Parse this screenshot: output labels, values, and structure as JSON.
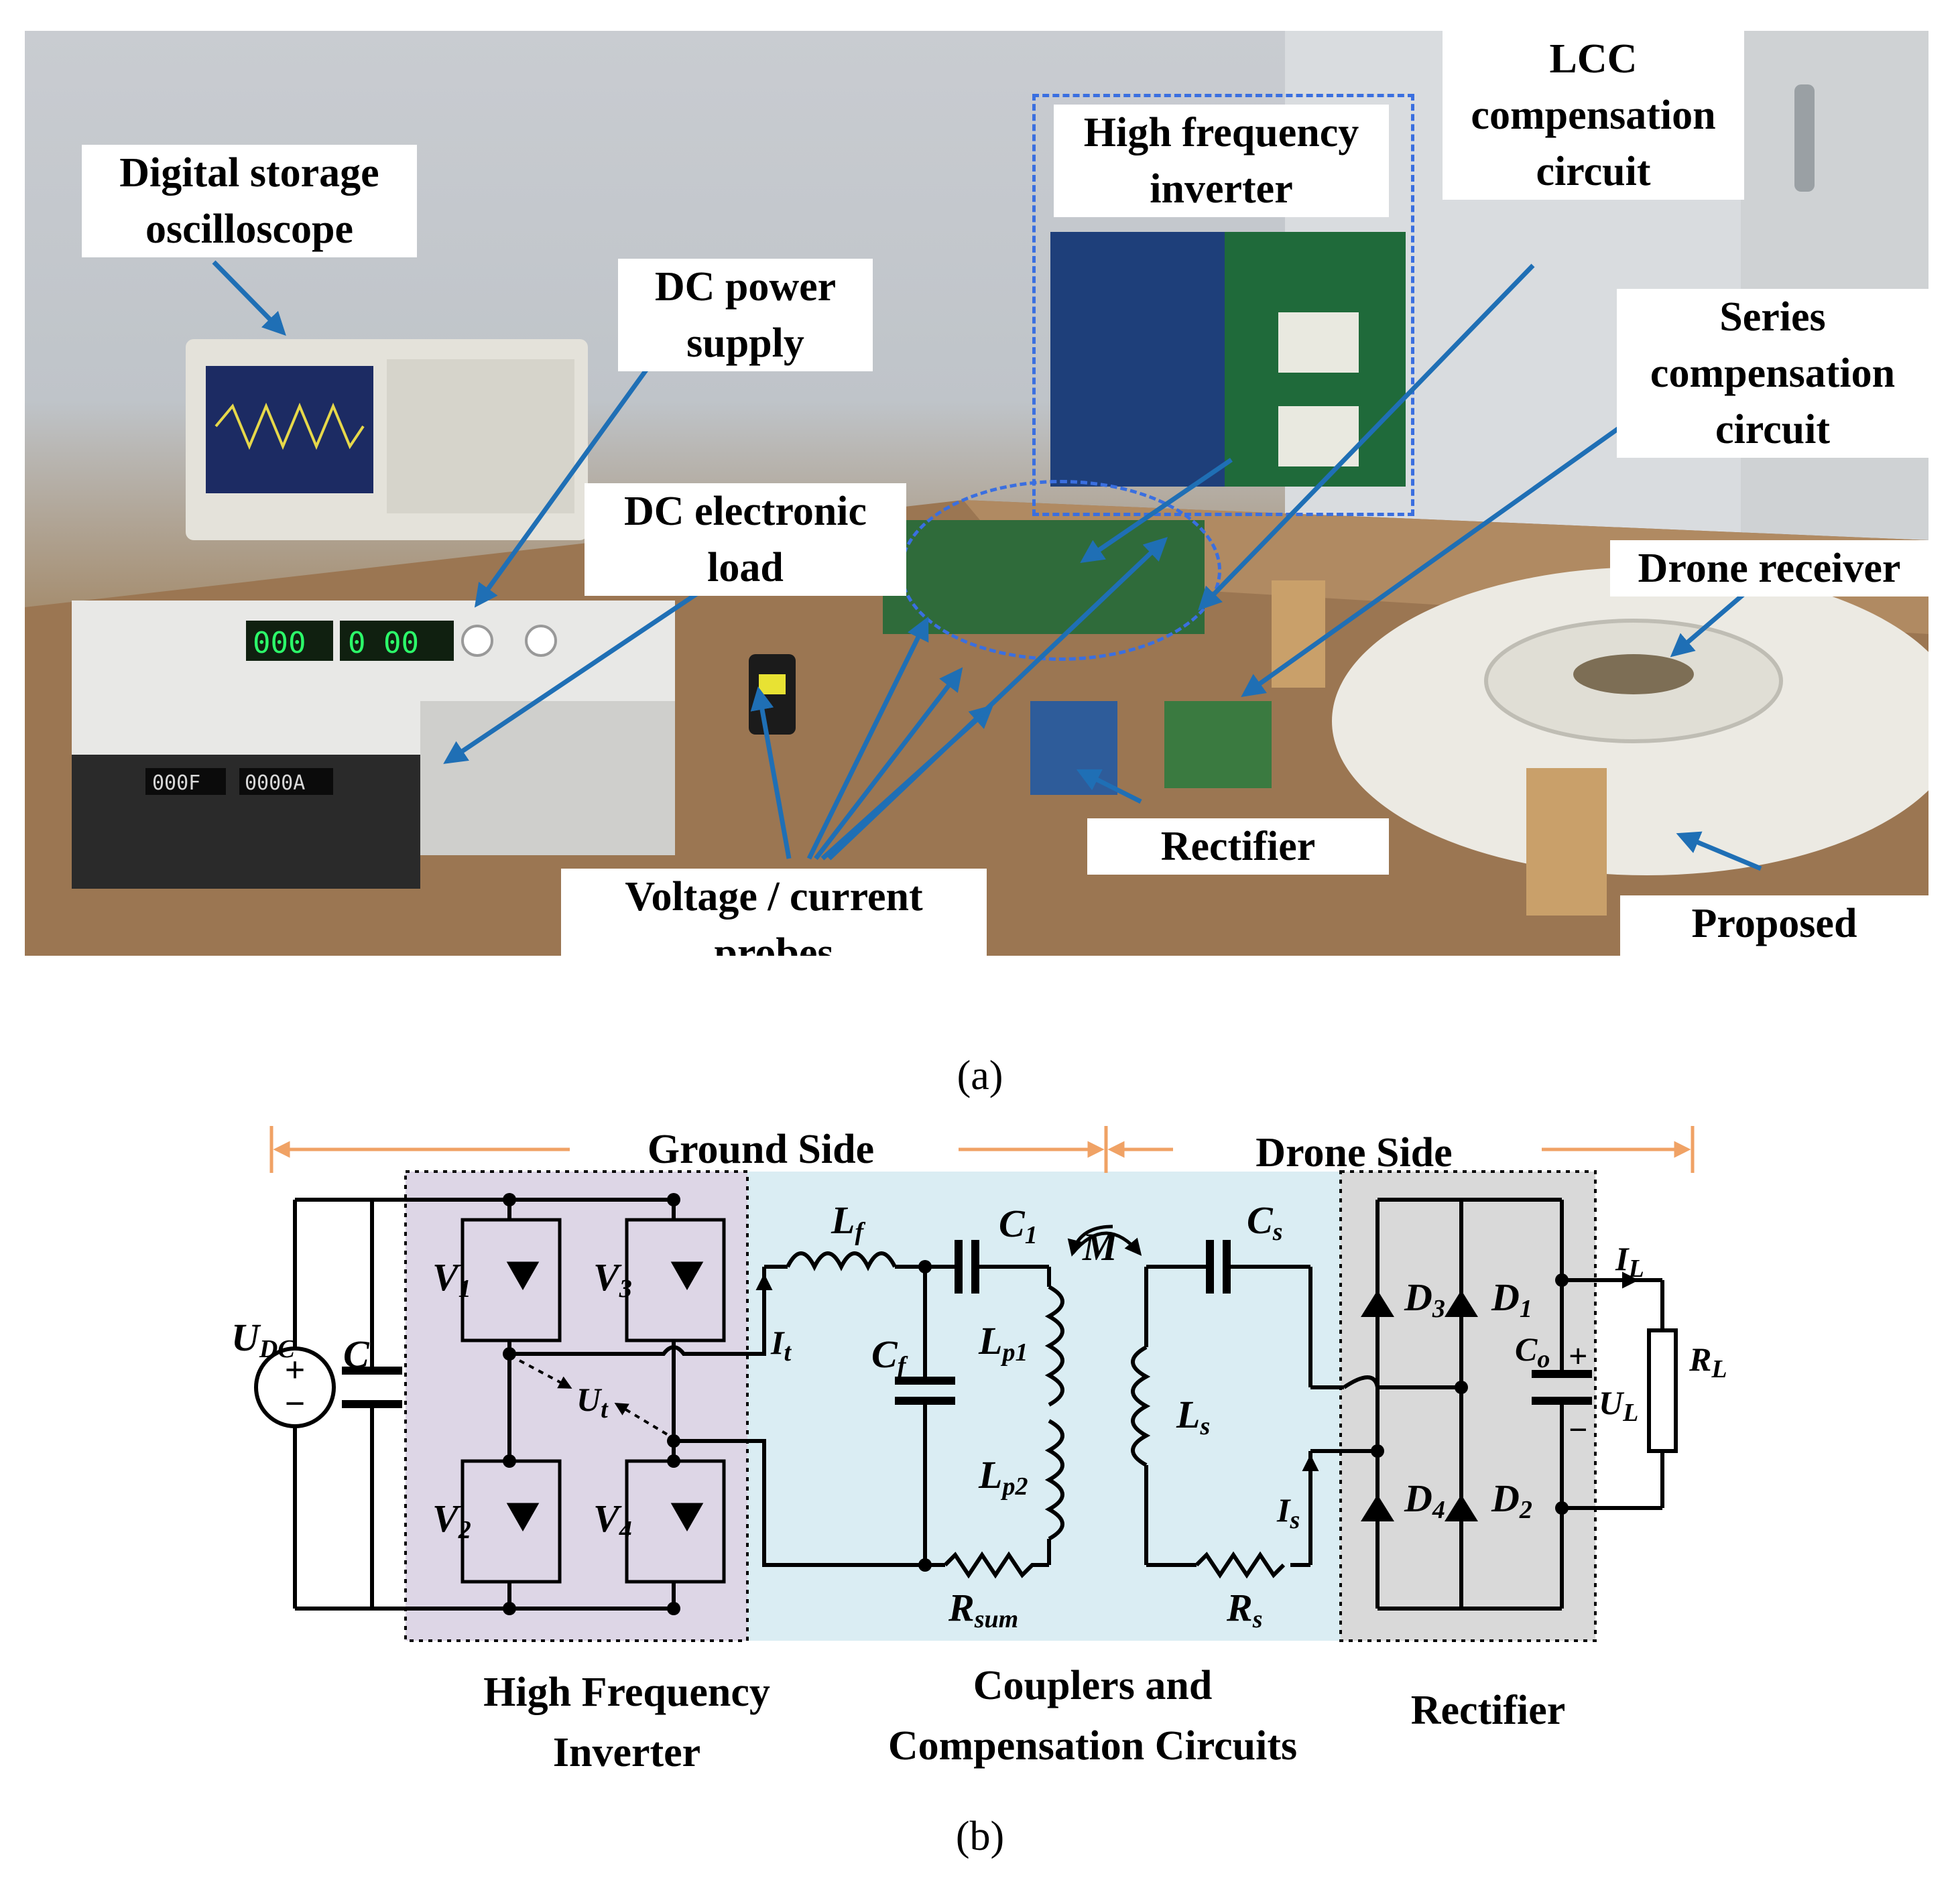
{
  "panel_a": {
    "caption": "(a)",
    "labels": {
      "oscilloscope": "Digital storage\noscilloscope",
      "dc_power_supply": "DC power\nsupply",
      "dc_electronic_load": "DC electronic\nload",
      "high_frequency_inverter": "High frequency\ninverter",
      "lcc_compensation": "LCC\ncompensation\ncircuit",
      "series_compensation": "Series\ncompensation\ncircuit",
      "drone_receiver": "Drone receiver",
      "rectifier": "Rectifier",
      "probes": "Voltage / current\nprobes",
      "transmitter": "Proposed\ntransmitter"
    },
    "instrument_readouts": {
      "display_left": "000",
      "display_right": "0 00",
      "load_left": "000F",
      "load_right": "0000A"
    },
    "colors": {
      "arrow": "#1f6fb5",
      "inverter_box": "#3a6fe0"
    }
  },
  "panel_b": {
    "caption": "(b)",
    "ground_side": "Ground Side",
    "drone_side": "Drone Side",
    "block_labels": {
      "inverter": "High Frequency\nInverter",
      "couplers": "Couplers and\nCompensation Circuits",
      "rectifier": "Rectifier"
    },
    "components": {
      "udc": "U",
      "udc_sub": "DC",
      "c": "C",
      "v1": "V",
      "v1_sub": "1",
      "v2": "V",
      "v2_sub": "2",
      "v3": "V",
      "v3_sub": "3",
      "v4": "V",
      "v4_sub": "4",
      "ut": "U",
      "ut_sub": "t",
      "it": "I",
      "it_sub": "t",
      "lf": "L",
      "lf_sub": "f",
      "cf": "C",
      "cf_sub": "f",
      "c1": "C",
      "c1_sub": "1",
      "lp1": "L",
      "lp1_sub": "p1",
      "lp2": "L",
      "lp2_sub": "p2",
      "rsum": "R",
      "rsum_sub": "sum",
      "m": "M",
      "cs": "C",
      "cs_sub": "s",
      "ls": "L",
      "ls_sub": "s",
      "is": "I",
      "is_sub": "s",
      "rs": "R",
      "rs_sub": "s",
      "d1": "D",
      "d1_sub": "1",
      "d2": "D",
      "d2_sub": "2",
      "d3": "D",
      "d3_sub": "3",
      "d4": "D",
      "d4_sub": "4",
      "co": "C",
      "co_sub": "o",
      "ul": "U",
      "ul_sub": "L",
      "il": "I",
      "il_sub": "L",
      "rl": "R",
      "rl_sub": "L",
      "plus": "+",
      "minus": "−"
    },
    "colors": {
      "inverter_bg": "#ddd6e6",
      "couplers_bg": "#daedf3",
      "rectifier_bg": "#d9d9d9",
      "span_arrow": "#f0a265"
    }
  }
}
